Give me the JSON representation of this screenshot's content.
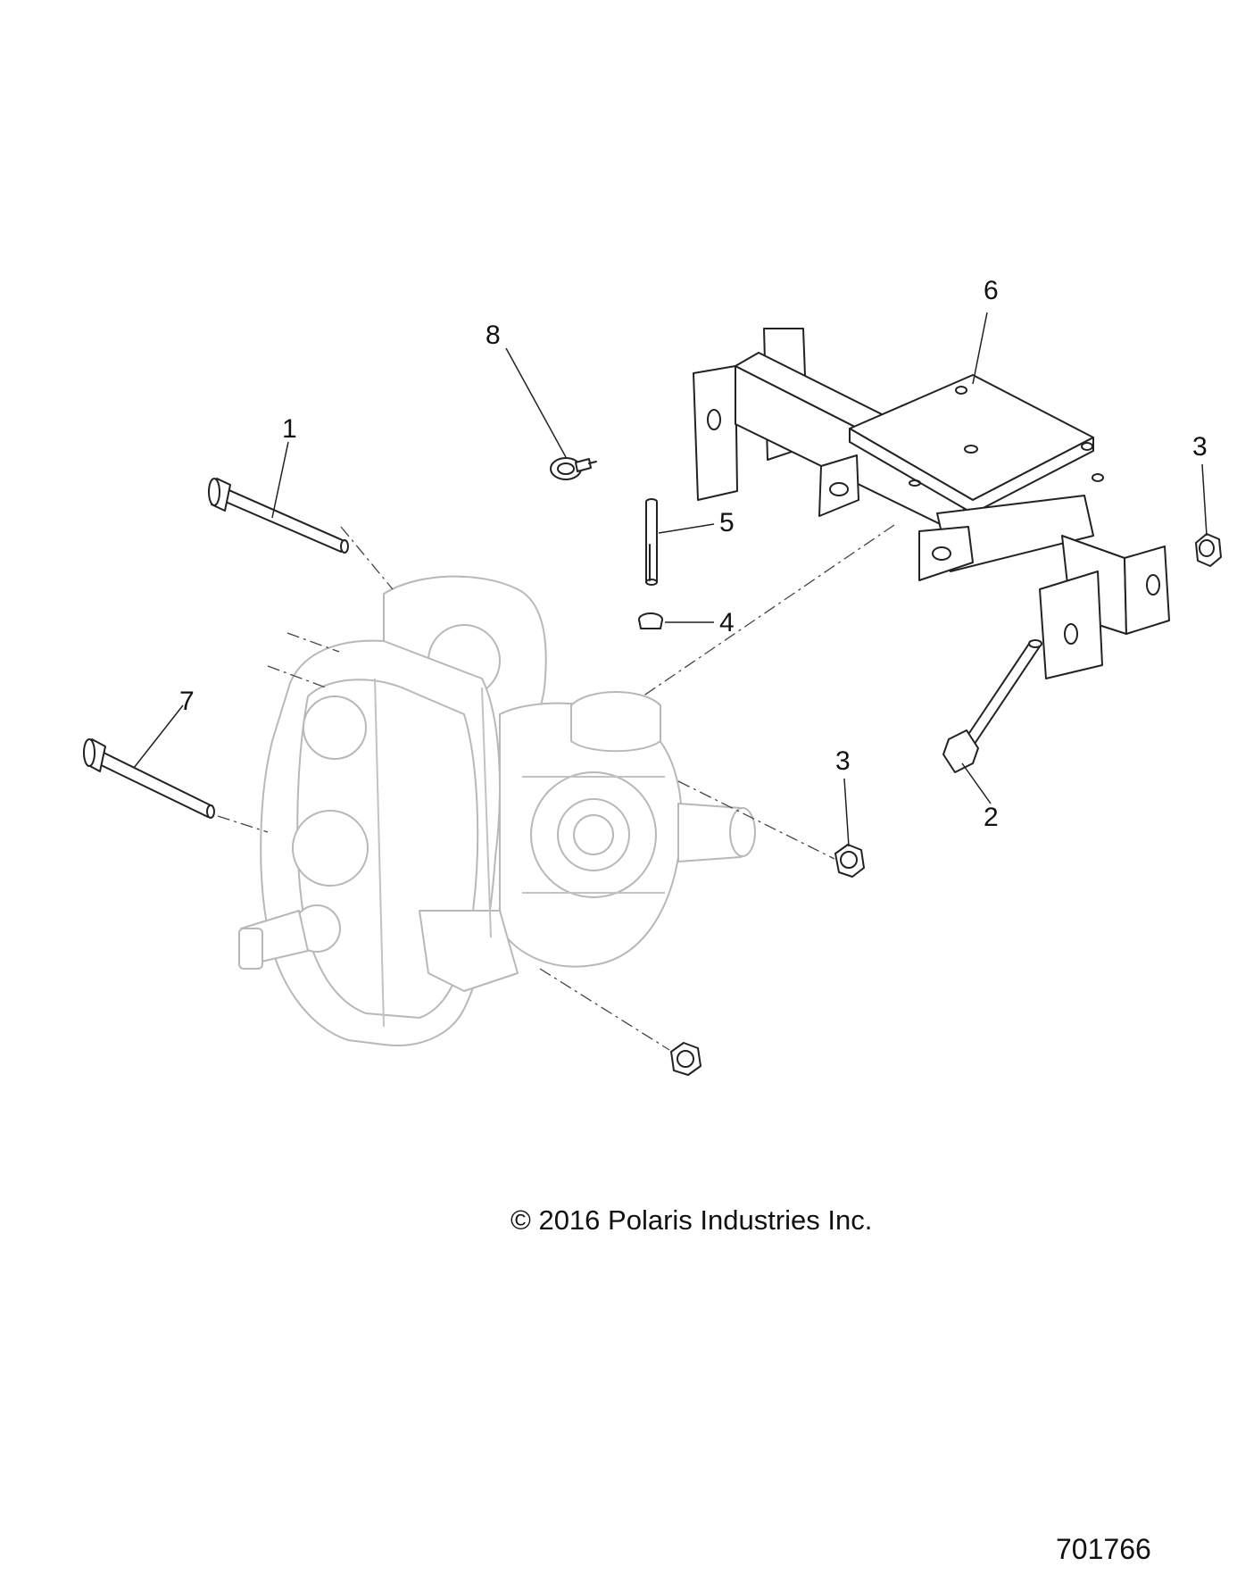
{
  "callouts": {
    "c1": "1",
    "c2": "2",
    "c3a": "3",
    "c3b": "3",
    "c4": "4",
    "c5": "5",
    "c6": "6",
    "c7": "7",
    "c8": "8"
  },
  "copyright": "© 2016 Polaris Industries Inc.",
  "diagram_number": "701766"
}
